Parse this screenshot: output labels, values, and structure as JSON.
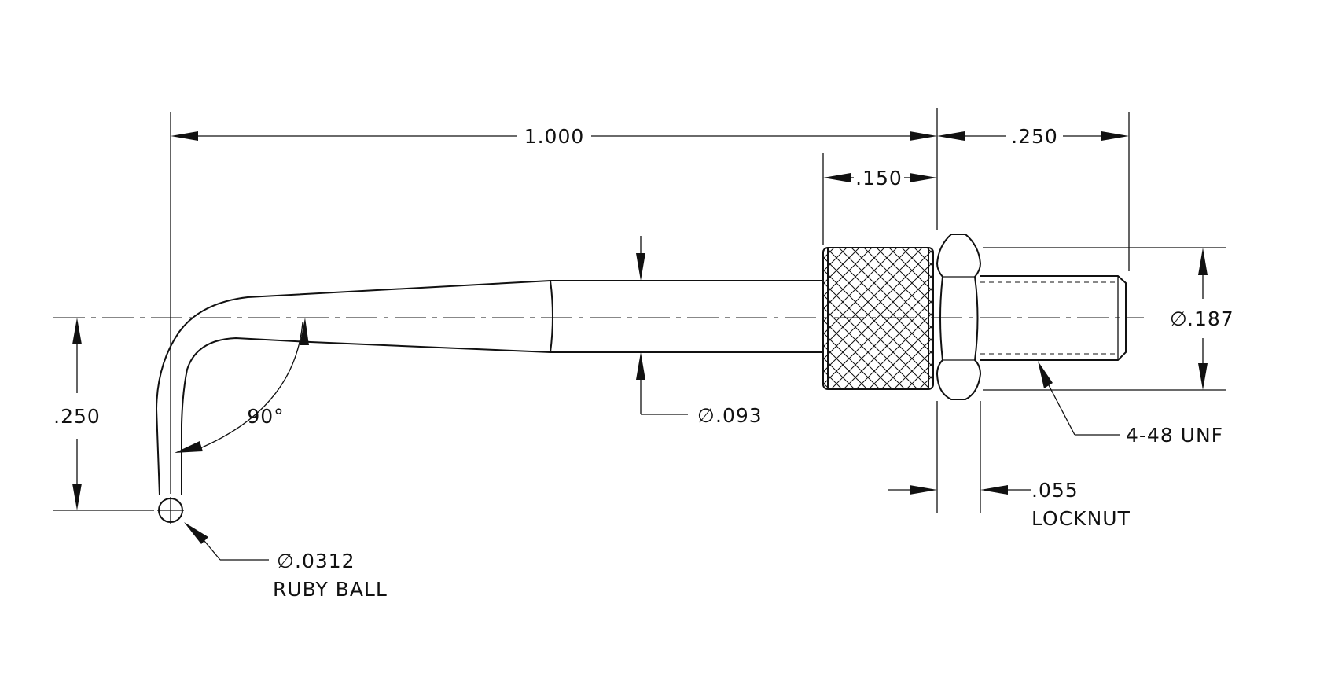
{
  "drawing": {
    "ink_color": "#111111",
    "background": "#ffffff",
    "dimensions": {
      "overall_length": "1.000",
      "thread_length": ".250",
      "knurl_length": ".150",
      "thread_diameter": ".187",
      "stem_diameter": ".093",
      "bend_angle": "90°",
      "drop_height": ".250",
      "locknut_thickness": ".055",
      "locknut_label": "LOCKNUT",
      "thread_spec": "4-48 UNF",
      "ball_diameter": ".0312",
      "ball_label": "RUBY BALL"
    },
    "diameter_symbol": "∅"
  }
}
